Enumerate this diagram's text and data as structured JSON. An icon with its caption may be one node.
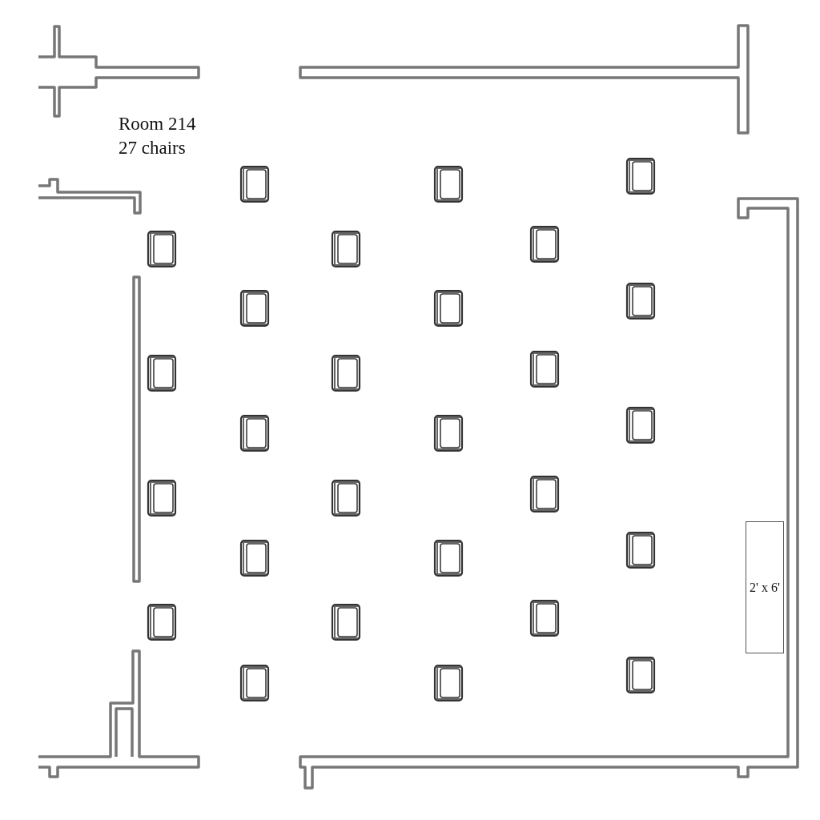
{
  "diagram": {
    "nodes": [
      {
        "text": [
          "2' x 6'"
        ]
      }
    ],
    "labels": [
      "Room 214",
      "27 chairs"
    ]
  }
}
